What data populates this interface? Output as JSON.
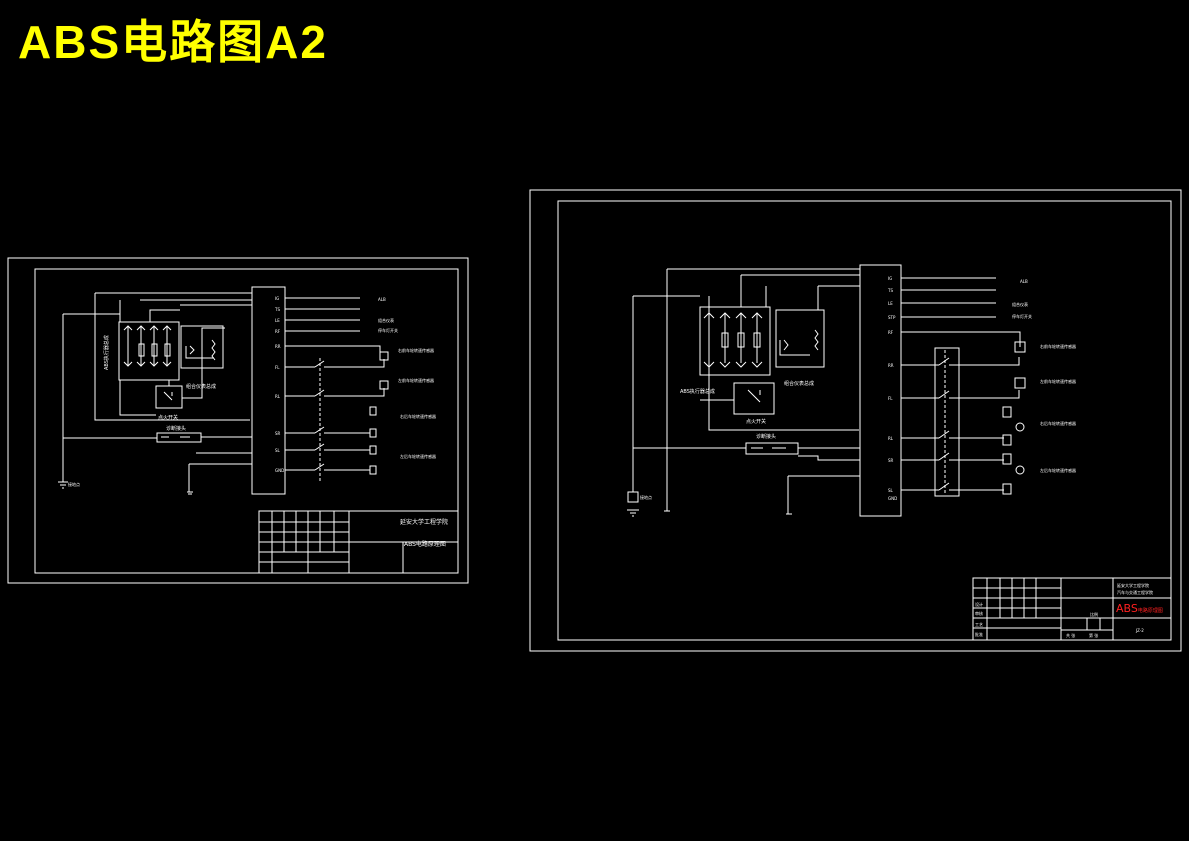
{
  "title": "ABS电路图A2",
  "colors": {
    "background": "#000000",
    "title": "#ffff00",
    "lines": "#ffffff",
    "accent": "#ff2020"
  },
  "left_sheet": {
    "school": "延安大学工程学院",
    "drawing_name": "ABS电路原理图",
    "pins": [
      "IG",
      "TS",
      "LE",
      "RF",
      "RR",
      "FL",
      "RL",
      "SR",
      "SL",
      "GND"
    ],
    "right_labels": [
      "ALB",
      "组合仪表",
      "停车灯开关",
      "右前车轮转速传感器",
      "左前车轮转速传感器",
      "右后车轮转速传感器",
      "左后车轮转速传感器"
    ],
    "module_labels": [
      "ABS执行器总成",
      "组合仪表总成",
      "点火开关",
      "诊断接头",
      "接地点"
    ]
  },
  "right_sheet": {
    "school": "延安大学工程学院",
    "school2": "汽车与交通工程学院",
    "drawing_name": "ABS",
    "drawing_name_suffix": "电路原理图",
    "drawing_no": "JZ-2",
    "pins": [
      "IG",
      "TS",
      "LE",
      "STP",
      "RF",
      "RR",
      "FL",
      "RL",
      "SR",
      "SL",
      "GND"
    ],
    "right_labels": [
      "ALB",
      "组合仪表",
      "停车灯开关",
      "右前车轮转速传感器",
      "左前车轮转速传感器",
      "右后车轮转速传感器",
      "左后车轮转速传感器"
    ],
    "module_labels": [
      "ABS执行器总成",
      "组合仪表总成",
      "点火开关",
      "诊断接头",
      "接地点"
    ],
    "table_labels": [
      "设计",
      "审核",
      "工艺",
      "批准",
      "比例",
      "共 张",
      "第 张"
    ]
  }
}
